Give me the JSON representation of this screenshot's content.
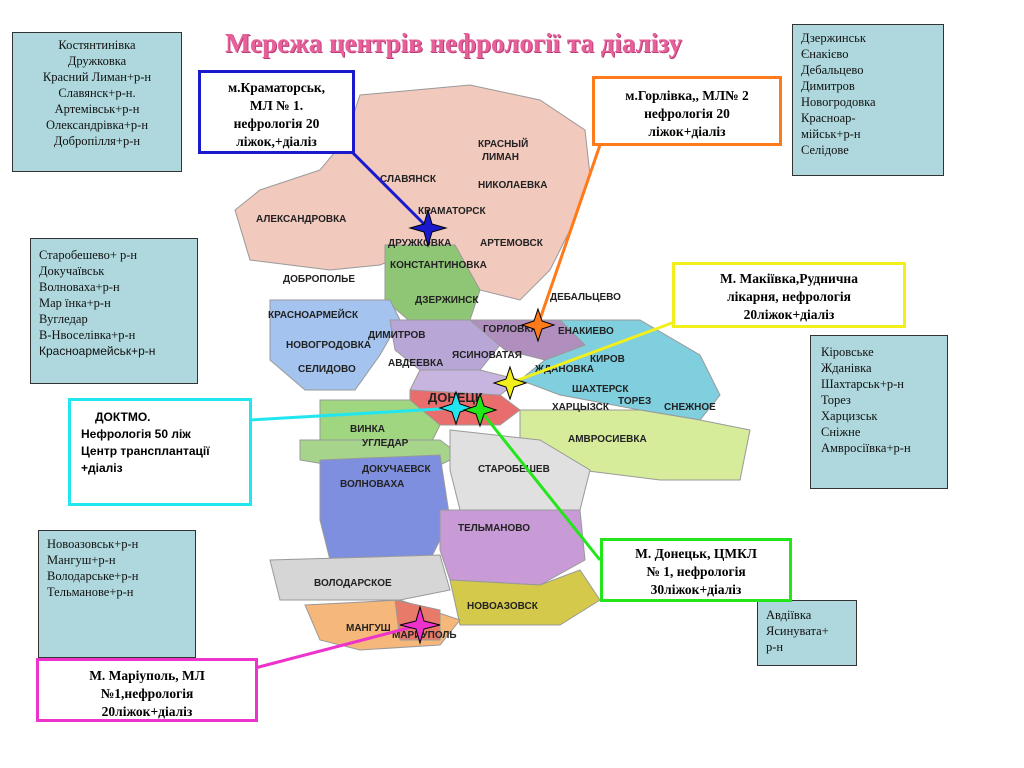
{
  "title": "Мережа центрів нефрології та діалізу",
  "lists": {
    "north_west": [
      "Костянтинівка",
      "Дружковка",
      "Красний Лиман+р-н",
      "Славянск+р-н.",
      "Артемівськ+р-н",
      "Олександрівка+р-н",
      "Добропілля+р-н"
    ],
    "north_east": [
      "Дзержинськ",
      "Єнакієво",
      "Дебальцево",
      "Димитров",
      "Новогродовка",
      "Красноар-",
      "мійськ+р-н",
      "Селідове"
    ],
    "west": [
      "Старобешево+ р-н",
      "Докучаївськ",
      "Волноваха+р-н",
      "Мар їнка+р-н",
      "Вугледар",
      "В-Нвоселівка+р-н",
      "Красноармейськ+р-н"
    ],
    "east": [
      "Кіровське",
      "Жданівка",
      "Шахтарськ+р-н",
      "Торез",
      "Харцизськ",
      "Сніжне",
      "Амвросіївка+р-н"
    ],
    "south_west": [
      "Новоазовськ+р-н",
      "Мангуш+р-н",
      "Володарське+р-н",
      "Тельманове+р-н"
    ],
    "south_east": [
      "Авдіївка",
      "Ясинувата+",
      "р-н"
    ]
  },
  "callouts": {
    "kramatorsk": [
      "м.Краматорськ,",
      "МЛ № 1.",
      "нефрологія 20",
      "ліжок,+діаліз"
    ],
    "gorlivka": [
      "м.Горлівка,, МЛ№ 2",
      "нефрологія 20",
      "ліжок+діаліз"
    ],
    "makiivka": [
      "М. Макіївка,Руднична",
      "лікарня, нефрологія",
      "20ліжок+діаліз"
    ],
    "doktmo": [
      "ДОКТМО.",
      "Нефрологія 50 ліж",
      "Центр трансплантації",
      "+діаліз"
    ],
    "donetsk": [
      "М. Донецьк, ЦМКЛ",
      "№ 1, нефрологія",
      "30ліжок+діаліз"
    ],
    "mariupol": [
      "М. Маріуполь, МЛ",
      "№1,нефрологія",
      "20ліжок+діаліз"
    ]
  },
  "map_labels": {
    "krasny_liman": "КРАСНЫЙ",
    "krasny_liman2": "ЛИМАН",
    "slavyansk": "СЛАВЯНСК",
    "nikolaevka": "НИКОЛАЕВКА",
    "aleksandrovka": "АЛЕКСАНДРОВКА",
    "kramatorsk": "КРАМАТОРСК",
    "druzhkovka": "ДРУЖКОВКА",
    "artemovsk": "АРТЕМОВСК",
    "konstantinovka": "КОНСТАНТИНОВКА",
    "dobropolye": "ДОБРОПОЛЬЕ",
    "dzerzhinsk": "ДЗЕРЖИНСК",
    "debaltsevo": "ДЕБАЛЬЦЕВО",
    "krasnoarmeisk": "КРАСНОАРМЕЙСК",
    "gorlovka": "ГОРЛОВКА",
    "enakievo": "ЕНАКИЕВО",
    "dimitrov": "ДИМИТРОВ",
    "novogrodovka": "НОВОГРОДОВКА",
    "yasinovataya": "ЯСИНОВАТАЯ",
    "kirovskoe": "КИРОВ",
    "selidovo": "СЕЛИДОВО",
    "avdeevka": "АВДЕЕВКА",
    "zhdanovka": "ЖДАНОВКА",
    "shakhtersk": "ШАХТЕРСК",
    "donetsk": "ДОНЕЦК",
    "khartsyzsk": "ХАРЦЫЗСК",
    "torez": "ТОРЕЗ",
    "snezhnoe": "СНЕЖНОЕ",
    "marinka": "ВИНКА",
    "amvrosievka": "АМВРОСИЕВКА",
    "ugledar": "УГЛЕДАР",
    "dokuchaevsk": "ДОКУЧАЕВСК",
    "starobeshevo": "СТАРОБЕШЕВ",
    "volnovakha": "ВОЛНОВАХА",
    "telmanovo": "ТЕЛЬМАНОВО",
    "volodarskoe": "ВОЛОДАРСКОЕ",
    "novoazovsk": "НОВОАЗОВСК",
    "mangush": "МАНГУШ",
    "mariupol": "МАРИУПОЛЬ"
  },
  "colors": {
    "blue": "#1a1acc",
    "orange": "#ff7a1a",
    "yellow": "#f2ef1a",
    "cyan": "#22e6ef",
    "green": "#22e61a",
    "magenta": "#ee33cc"
  }
}
